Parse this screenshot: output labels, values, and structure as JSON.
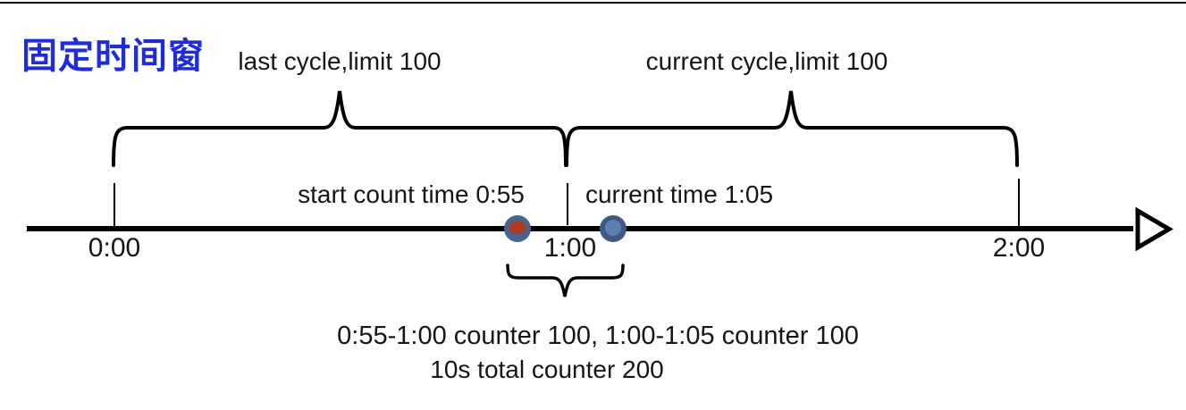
{
  "title": "固定时间窗",
  "colors": {
    "title_blue": "#1e2cdc",
    "ink": "#161616",
    "line": "#000000",
    "dot_start_outer": "#47668f",
    "dot_start_inner": "#aa3c28",
    "dot_current_outer": "#3e5a80",
    "dot_current_inner": "#5d7fb2"
  },
  "cycles": {
    "last_cycle_label": "last cycle,limit 100",
    "current_cycle_label": "current cycle,limit 100"
  },
  "timeline": {
    "ticks": [
      "0:00",
      "1:00",
      "2:00"
    ],
    "start_count_label": "start count time 0:55",
    "current_time_label": "current time 1:05"
  },
  "footer": {
    "line1": "0:55-1:00 counter 100, 1:00-1:05 counter 100",
    "line2": "10s total counter 200"
  }
}
